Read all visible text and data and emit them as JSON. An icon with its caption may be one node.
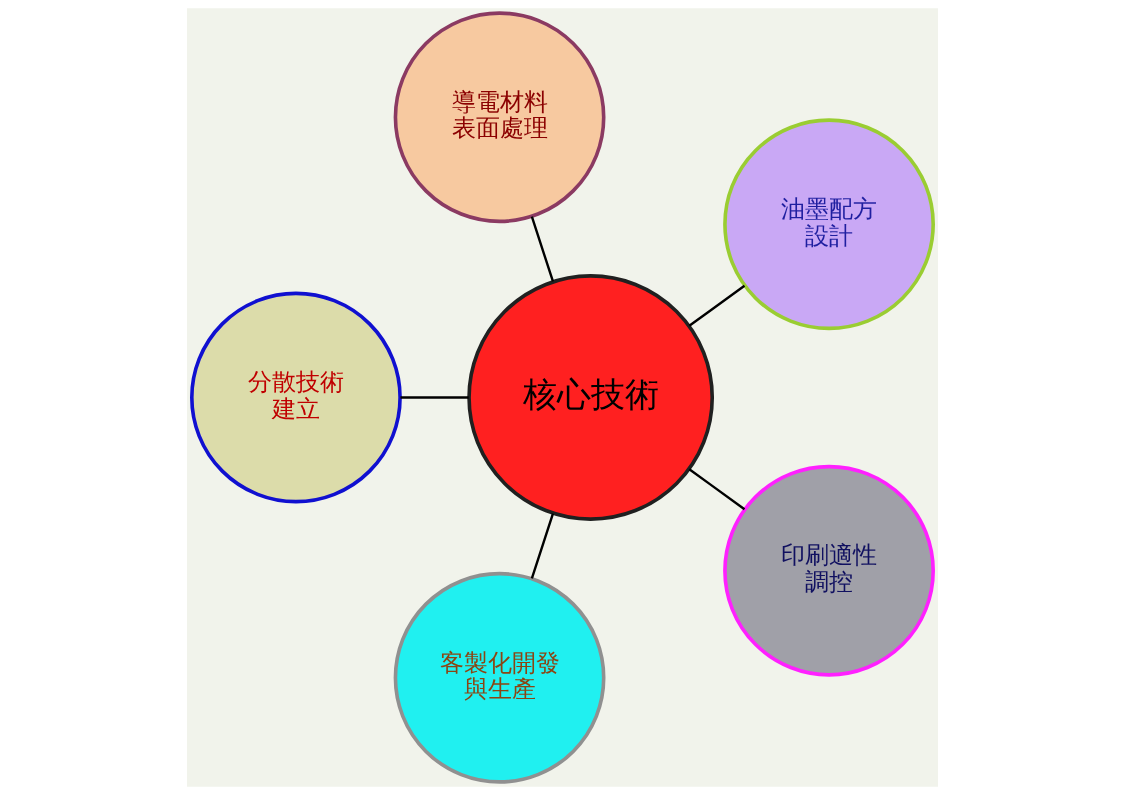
{
  "diagram": {
    "nodes": [
      {
        "text": [
          "油墨配方設計"
        ]
      },
      {
        "text": [
          "導電材料表面處理"
        ]
      },
      {
        "text": [
          "分散技術建立"
        ]
      },
      {
        "text": [
          "核心技術"
        ]
      },
      {
        "text": [
          "客製化開發與生產"
        ]
      },
      {
        "text": [
          "印刷適性調控"
        ]
      }
    ],
    "edges": [
      {
        "from": 3,
        "to": 0,
        "arrow": "none"
      },
      {
        "from": 3,
        "to": 1,
        "arrow": "none"
      },
      {
        "from": 3,
        "to": 2,
        "arrow": "none"
      },
      {
        "from": 3,
        "to": 4,
        "arrow": "none"
      },
      {
        "from": 3,
        "to": 5,
        "arrow": "none"
      }
    ]
  }
}
